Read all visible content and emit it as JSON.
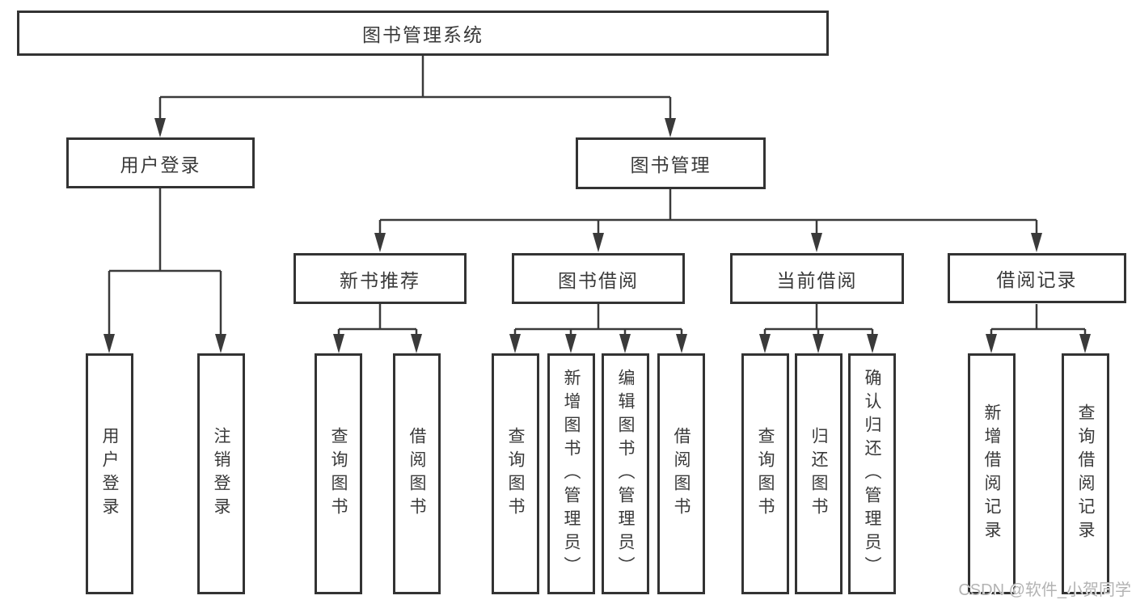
{
  "title": "图书管理系统",
  "tree": {
    "label": "图书管理系统",
    "children": [
      {
        "label": "用户登录",
        "children": [
          {
            "label": "用户登录"
          },
          {
            "label": "注销登录"
          }
        ]
      },
      {
        "label": "图书管理",
        "children": [
          {
            "label": "新书推荐",
            "children": [
              {
                "label": "查询图书"
              },
              {
                "label": "借阅图书"
              }
            ]
          },
          {
            "label": "图书借阅",
            "children": [
              {
                "label": "查询图书"
              },
              {
                "label": "新增图书（管理员）"
              },
              {
                "label": "编辑图书（管理员）"
              },
              {
                "label": "借阅图书"
              }
            ]
          },
          {
            "label": "当前借阅",
            "children": [
              {
                "label": "查询图书"
              },
              {
                "label": "归还图书"
              },
              {
                "label": "确认归还（管理员）"
              }
            ]
          },
          {
            "label": "借阅记录",
            "children": [
              {
                "label": "新增借阅记录"
              },
              {
                "label": "查询借阅记录"
              }
            ]
          }
        ]
      }
    ]
  },
  "watermark": "CSDN @软件_小贺同学",
  "colors": {
    "line": "#3a3a3a",
    "box_border": "#333333",
    "text": "#3a3a3a",
    "background": "#ffffff",
    "watermark": "#b3b3b3"
  }
}
